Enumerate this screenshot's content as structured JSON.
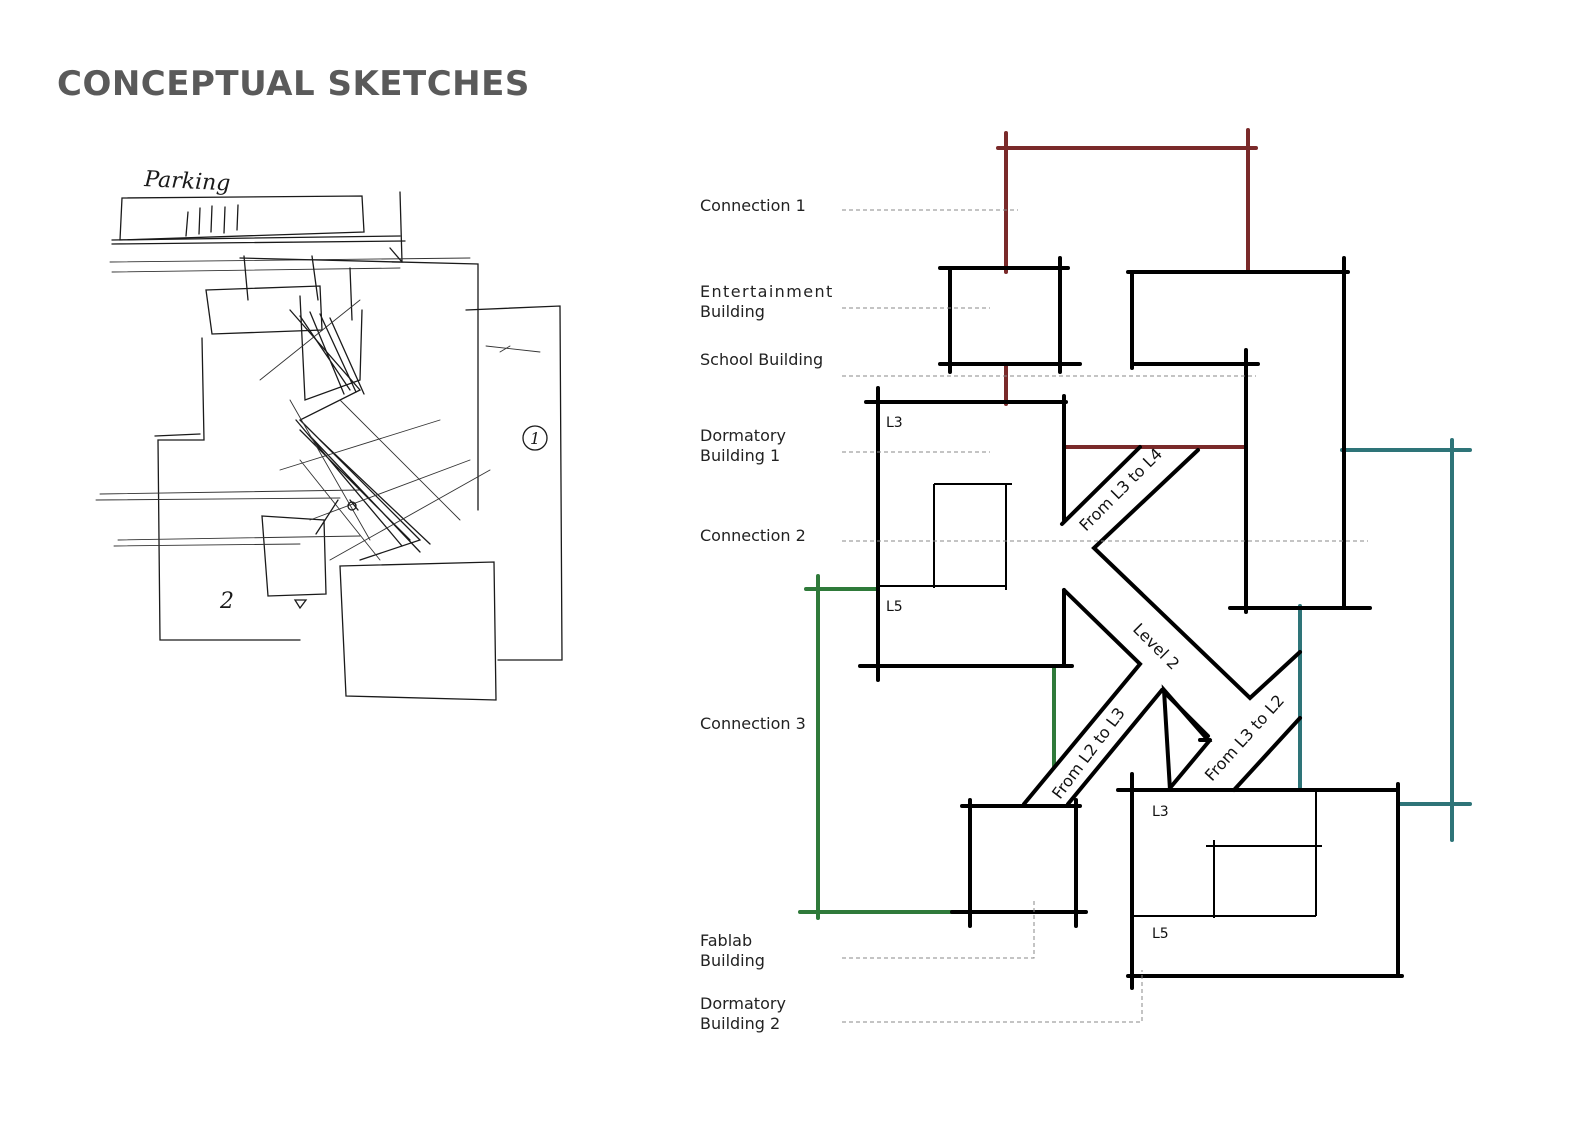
{
  "title": "CONCEPTUAL SKETCHES",
  "sketch": {
    "parking": "Parking",
    "number_1": "1",
    "number_2": "2"
  },
  "labels": {
    "connection_1": "Connection 1",
    "entertainment_1": "Entertainment",
    "entertainment_2": "Building",
    "school": "School Building",
    "dorm1_1": "Dormatory",
    "dorm1_2": "Building 1",
    "connection_2": "Connection 2",
    "connection_3": "Connection 3",
    "fablab_1": "Fablab",
    "fablab_2": "Building",
    "dorm2_1": "Dormatory",
    "dorm2_2": "Building 2"
  },
  "levels": {
    "l3_top": "L3",
    "l5_top": "L5",
    "l3_bottom": "L3",
    "l5_bottom": "L5"
  },
  "ramps": {
    "l3_to_l4": "From L3 to L4",
    "level_2": "Level 2",
    "l2_to_l3": "From L2 to L3",
    "l3_to_l2": "From L3 to L2"
  },
  "colors": {
    "connection_1": "#7a2a2a",
    "connection_2": "#2e7478",
    "connection_3": "#2f7a3a",
    "buildings": "#000000"
  }
}
